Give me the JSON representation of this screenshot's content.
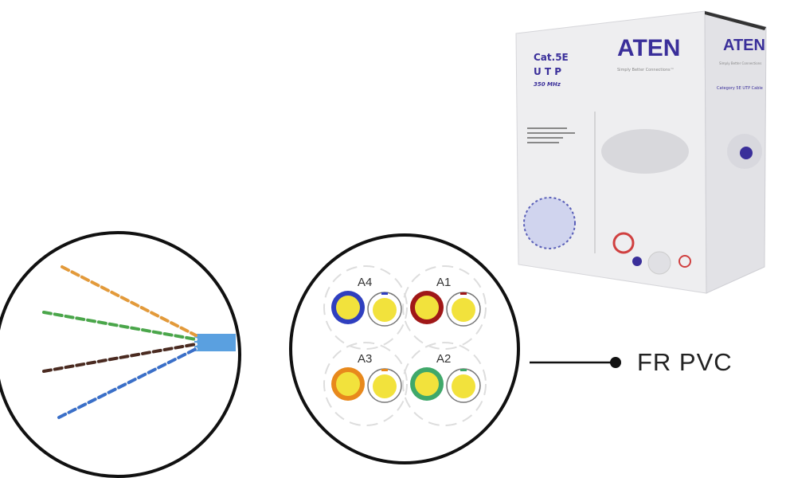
{
  "box": {
    "brand_front": "ATEN",
    "tagline_front": "Simply Better Connections™",
    "brand_side": "ATEN",
    "tagline_side": "Simply Better Connections",
    "category": "Cat.5E",
    "type": "U T P",
    "frequency": "350 MHz",
    "side_label": "Category 5E UTP Cable"
  },
  "cross_section": {
    "pairs": [
      {
        "label": "A4",
        "color": "#2f3fbf"
      },
      {
        "label": "A1",
        "color": "#a01818"
      },
      {
        "label": "A3",
        "color": "#e8891c"
      },
      {
        "label": "A2",
        "color": "#3fa86a"
      }
    ],
    "conductor_color": "#f2e23c"
  },
  "wires": [
    {
      "name": "orange",
      "color": "#e39a3a"
    },
    {
      "name": "green",
      "color": "#4aa64a"
    },
    {
      "name": "brown",
      "color": "#4a2a20"
    },
    {
      "name": "blue",
      "color": "#3a6fc8"
    }
  ],
  "jacket_color": "#5aa0e0",
  "callout": {
    "label": "FR PVC"
  }
}
